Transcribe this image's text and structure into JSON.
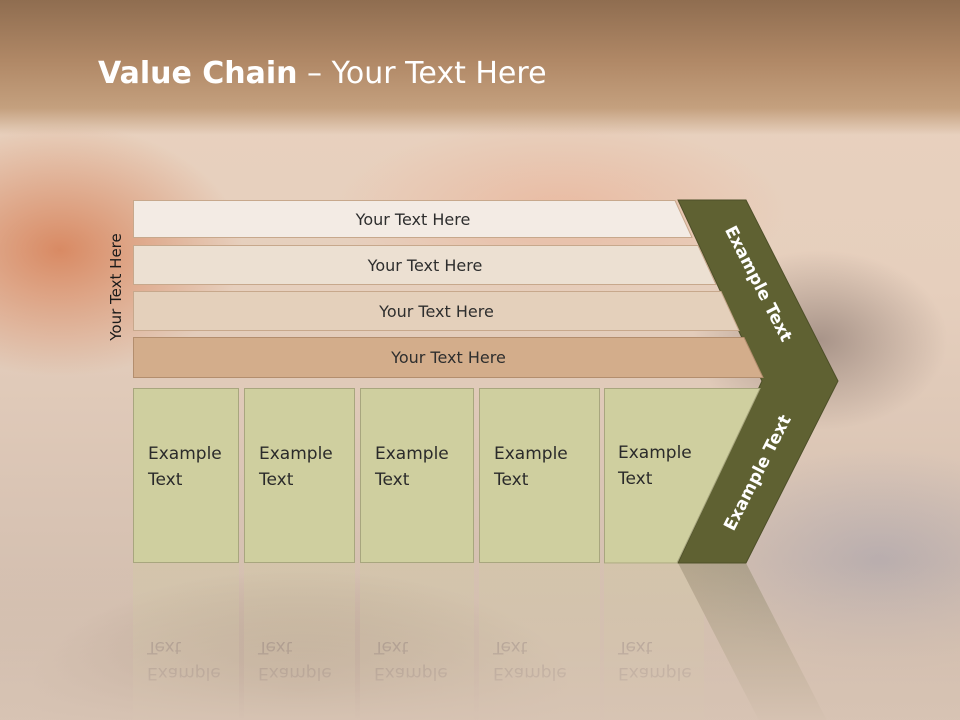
{
  "slide": {
    "title_bold": "Value Chain",
    "title_rest": " – Your Text Here",
    "side_label": "Your Text Here"
  },
  "rows": [
    {
      "label": "Your Text Here",
      "color": "#f3ebe4"
    },
    {
      "label": "Your Text Here",
      "color": "#ece0d2"
    },
    {
      "label": "Your Text Here",
      "color": "#e4d0bb"
    },
    {
      "label": "Your Text Here",
      "color": "#d3ad8b"
    }
  ],
  "columns": [
    {
      "line1": "Example",
      "line2": "Text"
    },
    {
      "line1": "Example",
      "line2": "Text"
    },
    {
      "line1": "Example",
      "line2": "Text"
    },
    {
      "line1": "Example",
      "line2": "Text"
    },
    {
      "line1": "Example",
      "line2": "Text"
    }
  ],
  "chevron": {
    "upper_label": "Example Text",
    "lower_label": "Example Text",
    "color": "#5f6132"
  },
  "colors": {
    "box_fill": "#cfcf9f",
    "box_border": "#a8a67e",
    "title_text": "#ffffff"
  }
}
